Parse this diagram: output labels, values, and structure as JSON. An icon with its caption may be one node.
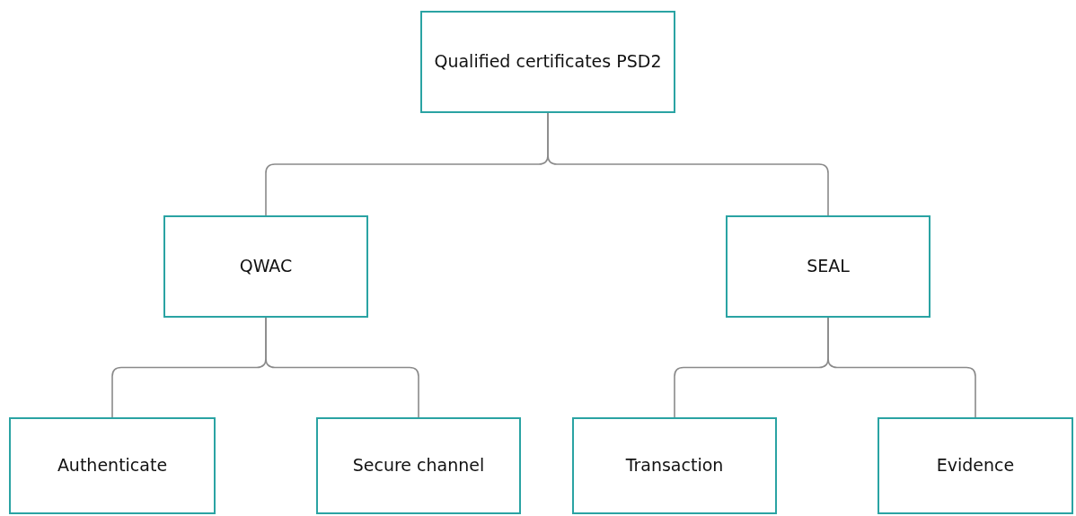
{
  "diagram": {
    "nodes": [
      {
        "text": [
          "Qualified certificates PSD2"
        ]
      },
      {
        "text": [
          "QWAC"
        ]
      },
      {
        "text": [
          "SEAL"
        ]
      },
      {
        "text": [
          "Authenticate"
        ]
      },
      {
        "text": [
          "Secure channel"
        ]
      },
      {
        "text": [
          "Transaction"
        ]
      },
      {
        "text": [
          "Evidence"
        ]
      }
    ],
    "edges": [
      {
        "from": 0,
        "to": 1,
        "arrow": "none"
      },
      {
        "from": 0,
        "to": 2,
        "arrow": "none"
      },
      {
        "from": 1,
        "to": 3,
        "arrow": "none"
      },
      {
        "from": 1,
        "to": 4,
        "arrow": "none"
      },
      {
        "from": 2,
        "to": 5,
        "arrow": "none"
      },
      {
        "from": 2,
        "to": 6,
        "arrow": "none"
      }
    ]
  }
}
